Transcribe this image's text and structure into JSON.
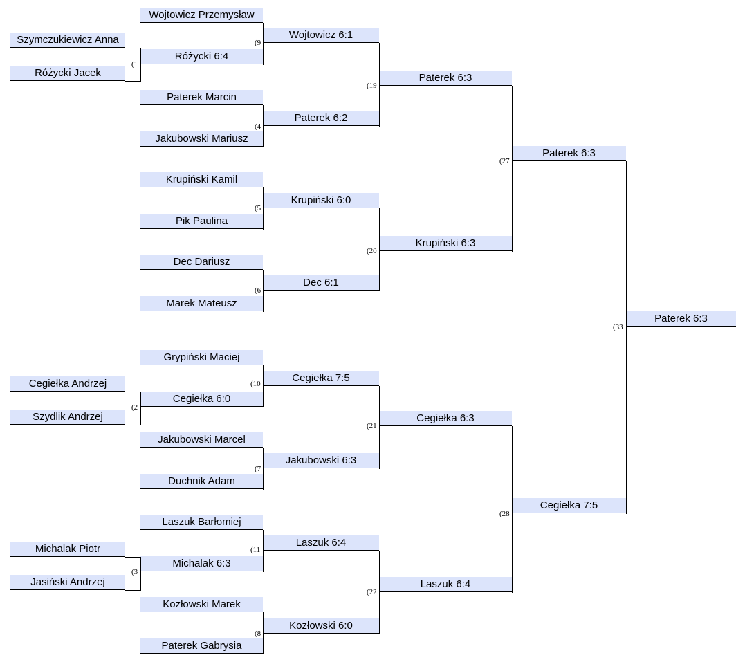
{
  "colors": {
    "slot_fill": "#dce4fb",
    "line": "#000000"
  },
  "bracket": {
    "round0": [
      "Szymczukiewicz Anna",
      "Różycki Jacek",
      "Cegiełka Andrzej",
      "Szydlik Andrzej",
      "Michalak Piotr",
      "Jasiński Andrzej"
    ],
    "round1": [
      "Wojtowicz Przemysław",
      "Różycki  6:4",
      "Paterek Marcin",
      "Jakubowski Mariusz",
      "Krupiński Kamil",
      "Pik Paulina",
      "Dec Dariusz",
      "Marek Mateusz",
      "Grypiński Maciej",
      "Cegiełka  6:0",
      "Jakubowski Marcel",
      "Duchnik Adam",
      "Laszuk Barłomiej",
      "Michalak 6:3",
      "Kozłowski Marek",
      "Paterek Gabrysia"
    ],
    "round2": [
      "Wojtowicz 6:1",
      "Paterek 6:2",
      "Krupiński 6:0",
      "Dec 6:1",
      "Cegiełka 7:5",
      "Jakubowski 6:3",
      "Laszuk 6:4",
      "Kozłowski 6:0"
    ],
    "round3": [
      "Paterek 6:3",
      "Krupiński 6:3",
      "Cegiełka  6:3",
      "Laszuk 6:4"
    ],
    "round4": [
      "Paterek  6:3",
      "Cegiełka 7:5"
    ],
    "final": [
      "Paterek 6:3"
    ],
    "match_numbers": [
      "(1",
      "(2",
      "(3",
      "(4",
      "(5",
      "(6",
      "(7",
      "(8",
      "(9",
      "(10",
      "(11",
      "(19",
      "(20",
      "(21",
      "(22",
      "(27",
      "(28",
      "(33"
    ]
  }
}
